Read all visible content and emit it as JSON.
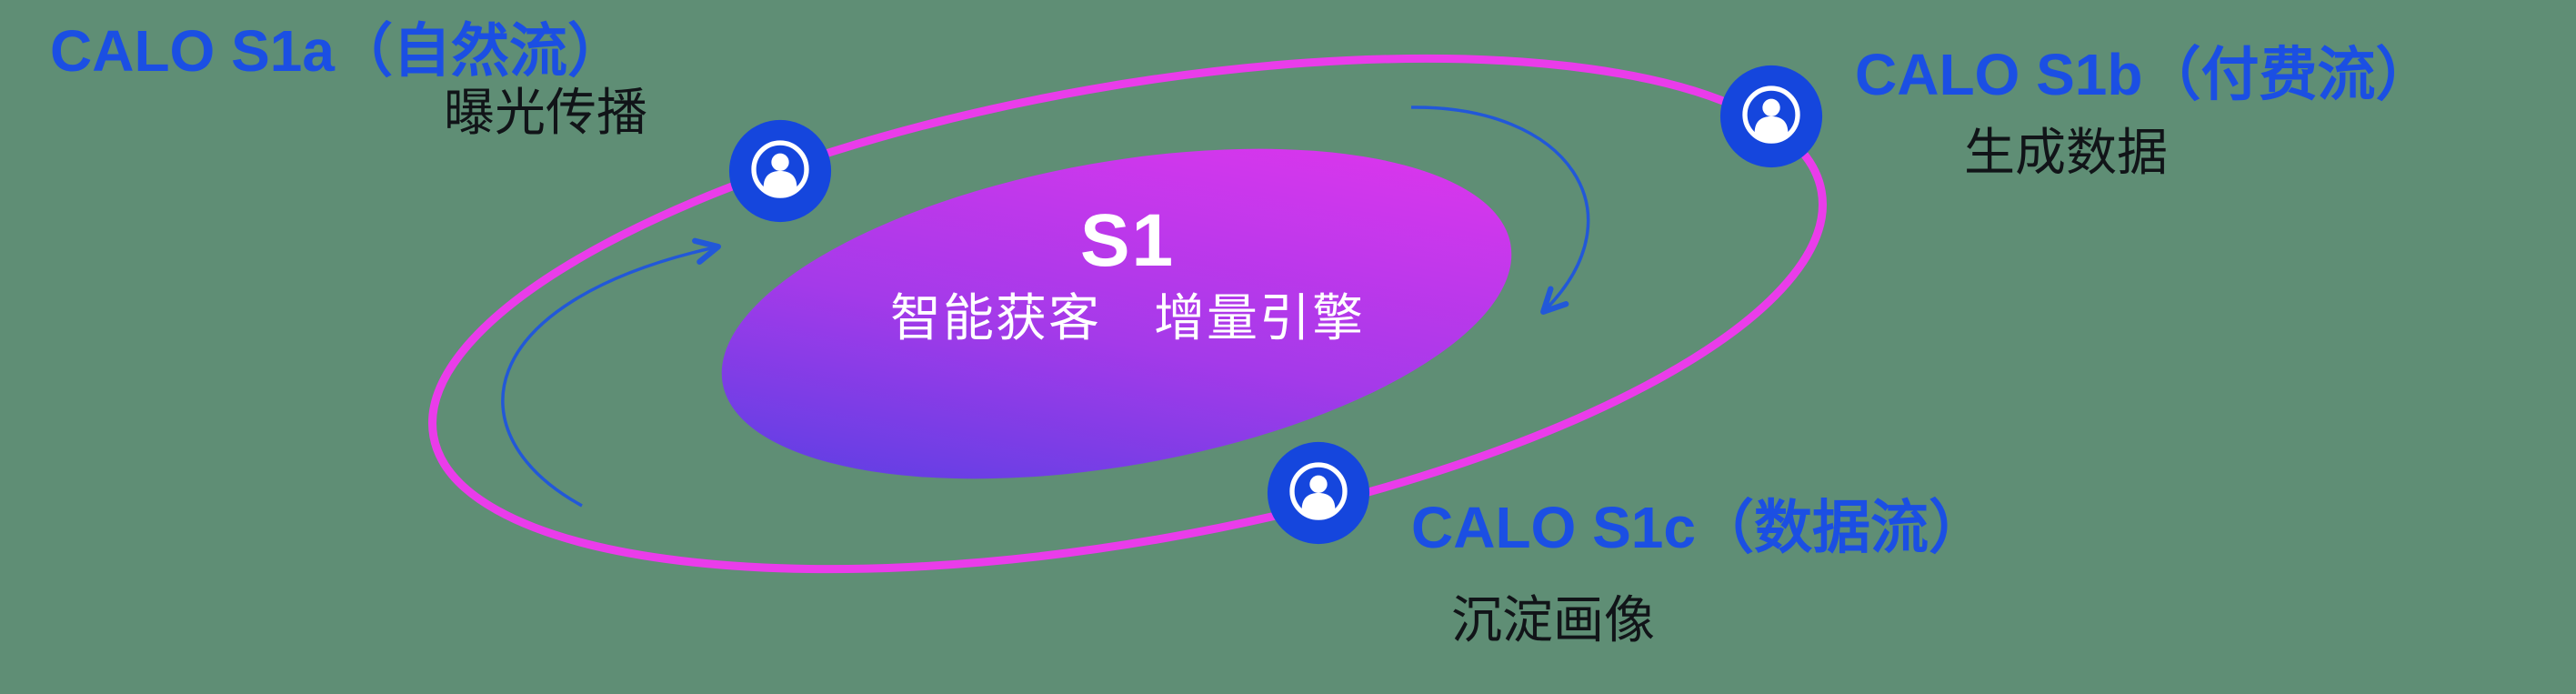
{
  "canvas": {
    "background_color": "#5f8e75"
  },
  "center": {
    "title": "S1",
    "subtitle": "智能获客　增量引擎",
    "gradient_from": "#4a41e2",
    "gradient_mid": "#a43ae9",
    "gradient_to": "#e935ee"
  },
  "orbit": {
    "ring_color": "#ea3cea",
    "arrow_color": "#2258d8"
  },
  "nodes": [
    {
      "id": "s1a",
      "title": "CALO S1a（自然流）",
      "subtitle": "曝光传播"
    },
    {
      "id": "s1b",
      "title": "CALO S1b（付费流）",
      "subtitle": "生成数据"
    },
    {
      "id": "s1c",
      "title": "CALO S1c（数据流）",
      "subtitle": "沉淀画像"
    }
  ],
  "colors": {
    "title_blue": "#1b4fe3",
    "subtitle_dark": "#111418",
    "node_fill": "#1546dd",
    "icon_white": "#ffffff"
  }
}
